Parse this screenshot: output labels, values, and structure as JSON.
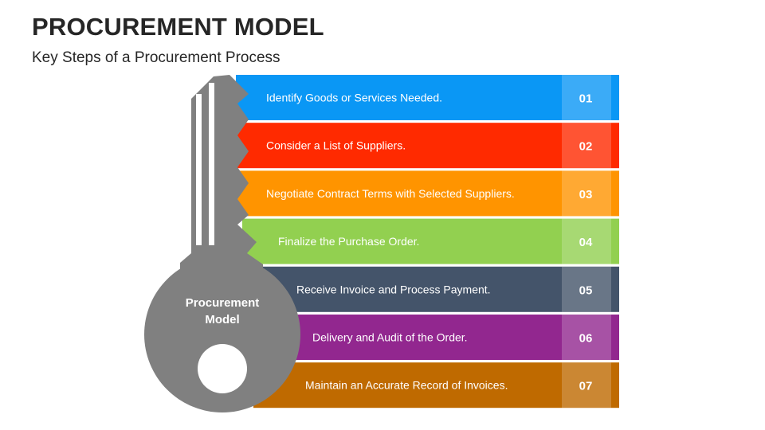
{
  "header": {
    "title": "PROCUREMENT MODEL",
    "subtitle": "Key Steps of a Procurement Process"
  },
  "key": {
    "label_line1": "Procurement",
    "label_line2": "Model",
    "color": "#808080"
  },
  "steps": [
    {
      "number": "01",
      "text": "Identify Goods or Services Needed.",
      "color": "#0A97F5"
    },
    {
      "number": "02",
      "text": "Consider a List of Suppliers.",
      "color": "#FF2A00"
    },
    {
      "number": "03",
      "text": "Negotiate Contract Terms with Selected Suppliers.",
      "color": "#FF9400"
    },
    {
      "number": "04",
      "text": "Finalize the Purchase Order.",
      "color": "#92D050"
    },
    {
      "number": "05",
      "text": "Receive Invoice and Process Payment.",
      "color": "#44546A"
    },
    {
      "number": "06",
      "text": "Delivery and Audit of the Order.",
      "color": "#92278F"
    },
    {
      "number": "07",
      "text": "Maintain an Accurate Record of Invoices.",
      "color": "#BF6A00"
    }
  ]
}
